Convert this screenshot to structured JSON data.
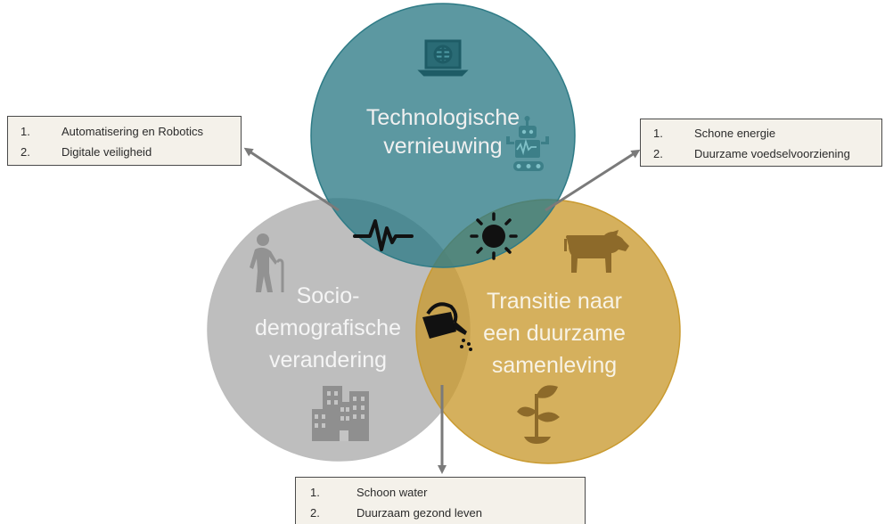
{
  "circles": {
    "tech": {
      "line1": "Technologische",
      "line2": "vernieuwing",
      "color": "#2e7b86"
    },
    "socio": {
      "line1": "Socio-",
      "line2": "demografische",
      "line3": "verandering",
      "color": "#b0b0b0"
    },
    "transitie": {
      "line1": "Transitie naar",
      "line2": "een duurzame",
      "line3": "samenleving",
      "color": "#c99a2f"
    }
  },
  "boxes": {
    "left": {
      "items": [
        {
          "num": "1.",
          "text": "Automatisering en Robotics"
        },
        {
          "num": "2.",
          "text": "Digitale veiligheid"
        }
      ]
    },
    "right": {
      "items": [
        {
          "num": "1.",
          "text": "Schone energie"
        },
        {
          "num": "2.",
          "text": "Duurzame voedselvoorziening"
        }
      ]
    },
    "bottom": {
      "items": [
        {
          "num": "1.",
          "text": "Schoon water"
        },
        {
          "num": "2.",
          "text": "Duurzaam gezond leven"
        }
      ]
    }
  },
  "icons": {
    "tech_laptop": "laptop-globe-icon",
    "tech_robot": "robot-icon",
    "socio_elderly": "elderly-person-icon",
    "socio_buildings": "buildings-icon",
    "transitie_cow": "cow-icon",
    "transitie_plant": "plant-icon",
    "overlap_pulse": "heartbeat-icon",
    "overlap_sun": "sun-icon",
    "overlap_watering": "watering-can-icon"
  }
}
